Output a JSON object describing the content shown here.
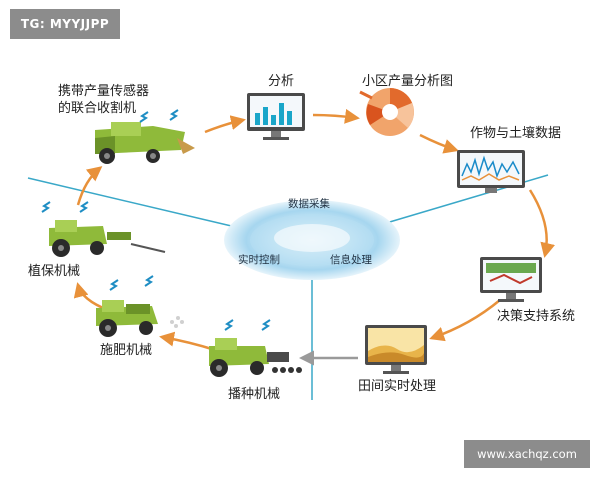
{
  "watermark_top": "TG: MYYJJPP",
  "watermark_bottom": "www.xachqz.com",
  "hub": {
    "top": "数据采集",
    "left": "实时控制",
    "right": "信息处理"
  },
  "nodes": {
    "harvester_line1": "携带产量传感器",
    "harvester_line2": "的联合收割机",
    "analysis": "分析",
    "yield_map": "小区产量分析图",
    "crop_soil": "作物与土壤数据",
    "decision": "决策支持系统",
    "field_processing": "田间实时处理",
    "seeding": "播种机械",
    "fertilizing": "施肥机械",
    "plant_protection": "植保机械"
  },
  "colors": {
    "arrow": "#e8913a",
    "tractor": "#8fba3a",
    "hub": "#7fc3e6",
    "divider": "#3aa8c8"
  },
  "icons": {
    "signal": "wifi-signal-icon",
    "monitor": "monitor-icon",
    "tractor": "tractor-icon"
  }
}
